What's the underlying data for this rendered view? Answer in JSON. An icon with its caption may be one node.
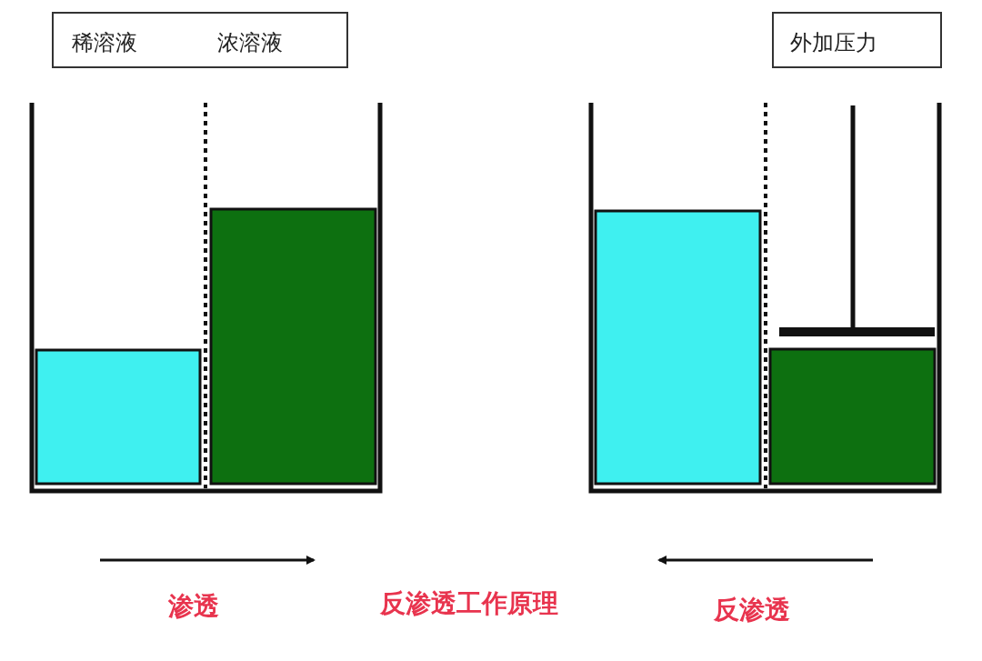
{
  "diagram": {
    "title": "反渗透工作原理",
    "nodes": [
      {
        "text": [
          "稀溶液",
          "浓溶液"
        ]
      },
      {
        "text": [
          "外加压力"
        ]
      }
    ],
    "labels": [
      "渗透",
      "反渗透"
    ]
  }
}
